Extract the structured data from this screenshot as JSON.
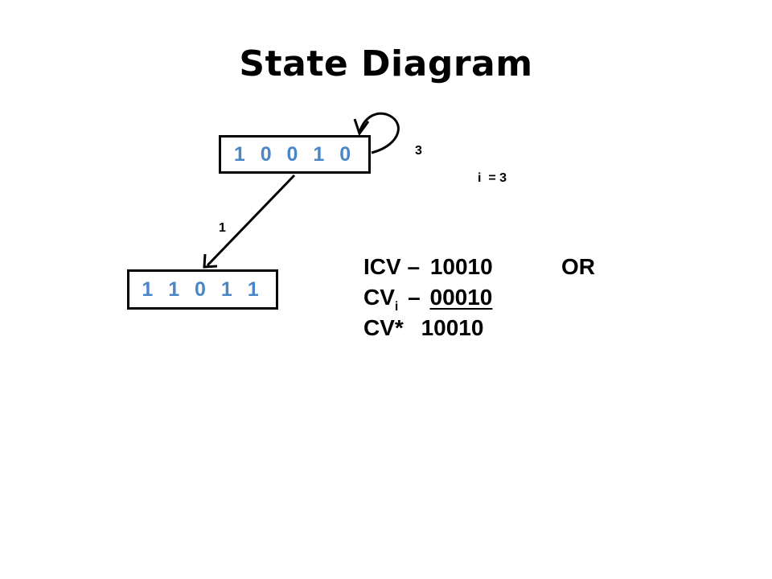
{
  "title": "State Diagram",
  "states": {
    "top": "1 0 0 1 0",
    "bottom": "1 1 0 1 1"
  },
  "edges": {
    "self_loop_label": "3",
    "transition_label": "1"
  },
  "index_note": {
    "var": "i",
    "rest": "= 3"
  },
  "equations": {
    "icv_label": "ICV –",
    "icv_value": "10010",
    "op": "OR",
    "cvi_label": "CV",
    "cvi_sub": "i",
    "cvi_dash": "–",
    "cvi_value": "00010",
    "cvstar_label": "CV*",
    "cvstar_value": "10010"
  },
  "colors": {
    "state_text": "#4a86c8",
    "lines": "#000000"
  }
}
